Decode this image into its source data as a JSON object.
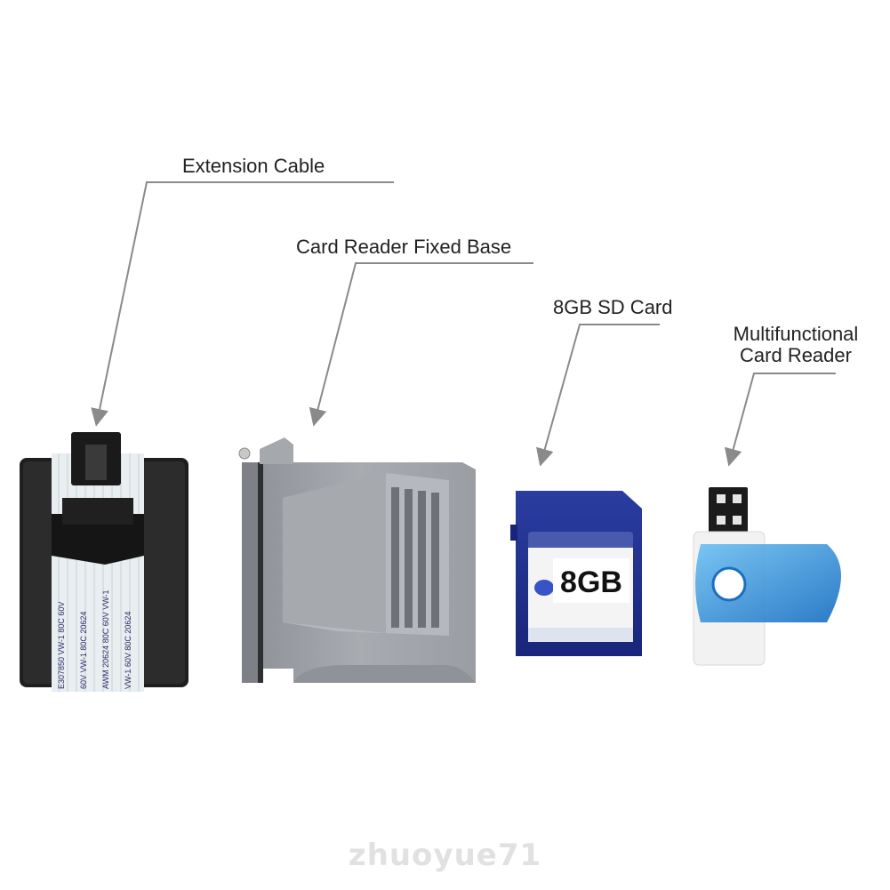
{
  "labels": {
    "extension_cable": "Extension Cable",
    "card_reader_base": "Card Reader Fixed Base",
    "sd_card": "8GB SD Card",
    "card_reader": "Multifunctional\nCard Reader"
  },
  "sd_card": {
    "capacity": "8GB"
  },
  "cable_print": {
    "col1": "E307850  VW-1  80C 60V",
    "col2": "60V  VW-1  80C  20624",
    "col3": "AWM 20624 80C 60V VW-1",
    "col4": "VW-1 60V 80C 20624"
  },
  "watermark": "zhuoyue71",
  "colors": {
    "leader_line": "#8a8a8a",
    "sd_blue": "#1e2f8a",
    "reader_blue": "#1f7fd0",
    "base_gray": "#9a9ea3"
  }
}
